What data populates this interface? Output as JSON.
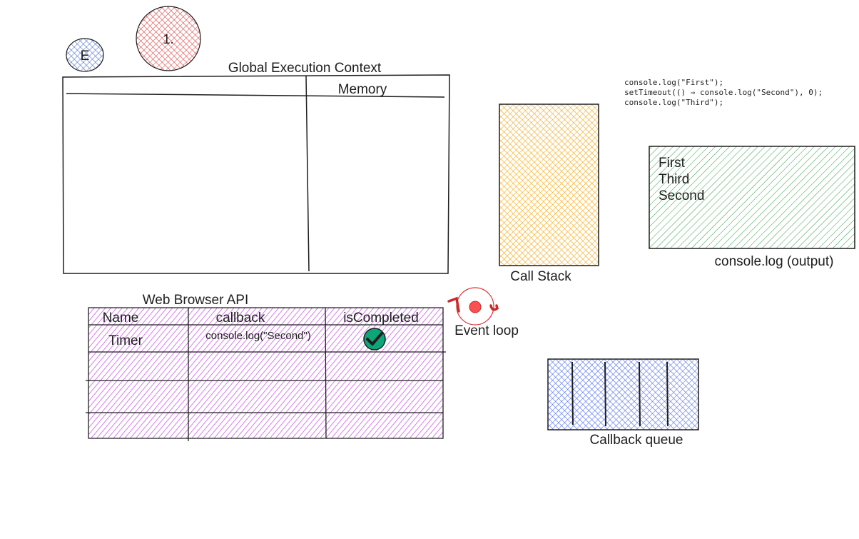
{
  "badges": {
    "e_label": "E",
    "step_label": "1.",
    "e_color": "#4a6fd1",
    "step_color": "#e03131"
  },
  "gec": {
    "title": "Global Execution Context",
    "memory_label": "Memory"
  },
  "code": {
    "lines": [
      "console.log(\"First\");",
      "setTimeout(() ⇒ console.log(\"Second\"), 0);",
      "console.log(\"Third\");"
    ]
  },
  "call_stack": {
    "label": "Call Stack",
    "color": "#f59f00"
  },
  "console_output": {
    "lines": [
      "First",
      "Third",
      "Second"
    ],
    "label": "console.log (output)",
    "color": "#2f9e44"
  },
  "web_api": {
    "title": "Web Browser API",
    "headers": [
      "Name",
      "callback",
      "isCompleted"
    ],
    "row": {
      "name": "Timer",
      "callback": "console.log(\"Second\")"
    },
    "completed_icon": "check-circle-icon",
    "color": "#cc5de8"
  },
  "event_loop": {
    "label": "Event loop",
    "icon": "event-loop-cycle-icon",
    "color": "#e03131"
  },
  "callback_queue": {
    "label": "Callback queue",
    "color": "#4263eb"
  }
}
